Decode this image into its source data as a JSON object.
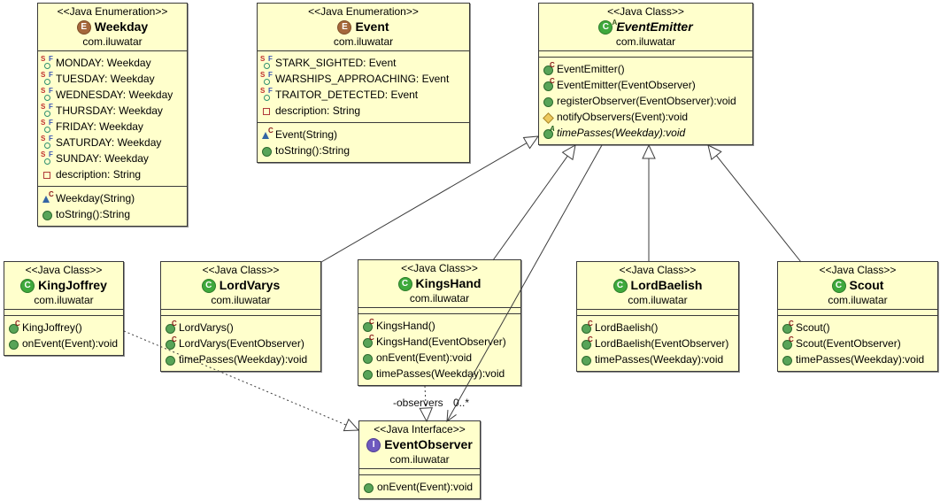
{
  "diagram": {
    "title": "Observer pattern UML class diagram",
    "colors": {
      "box_fill": "#FFFFCC",
      "box_border": "#3a3a3a",
      "edge_line": "#3c3c3c",
      "enum_icon": "#A5683B",
      "class_icon": "#3FA93C",
      "interface_icon": "#6E59BF",
      "public_method": "#58A458",
      "protected_method": "#EDC95C",
      "constructor_triangle": "#3465A4"
    }
  },
  "classes": [
    {
      "id": "weekday",
      "stereotype": "<<Java Enumeration>>",
      "icon": "enum",
      "name": "Weekday",
      "name_italic": false,
      "package": "com.iluwatar",
      "fields": [
        {
          "icon": "staticfinal-field",
          "text": "MONDAY: Weekday"
        },
        {
          "icon": "staticfinal-field",
          "text": "TUESDAY: Weekday"
        },
        {
          "icon": "staticfinal-field",
          "text": "WEDNESDAY: Weekday"
        },
        {
          "icon": "staticfinal-field",
          "text": "THURSDAY: Weekday"
        },
        {
          "icon": "staticfinal-field",
          "text": "FRIDAY: Weekday"
        },
        {
          "icon": "staticfinal-field",
          "text": "SATURDAY: Weekday"
        },
        {
          "icon": "staticfinal-field",
          "text": "SUNDAY: Weekday"
        },
        {
          "icon": "private-field",
          "text": "description: String"
        }
      ],
      "methods": [
        {
          "icon": "constructor",
          "text": "Weekday(String)"
        },
        {
          "icon": "public-method",
          "text": "toString():String"
        }
      ]
    },
    {
      "id": "event",
      "stereotype": "<<Java Enumeration>>",
      "icon": "enum",
      "name": "Event",
      "name_italic": false,
      "package": "com.iluwatar",
      "fields": [
        {
          "icon": "staticfinal-field",
          "text": "STARK_SIGHTED: Event"
        },
        {
          "icon": "staticfinal-field",
          "text": "WARSHIPS_APPROACHING: Event"
        },
        {
          "icon": "staticfinal-field",
          "text": "TRAITOR_DETECTED: Event"
        },
        {
          "icon": "private-field",
          "text": "description: String"
        }
      ],
      "methods": [
        {
          "icon": "constructor",
          "text": "Event(String)"
        },
        {
          "icon": "public-method",
          "text": "toString():String"
        }
      ]
    },
    {
      "id": "eventemitter",
      "stereotype": "<<Java Class>>",
      "icon": "abstract-class",
      "name": "EventEmitter",
      "name_italic": true,
      "package": "com.iluwatar",
      "fields": [],
      "methods": [
        {
          "icon": "public-constructor",
          "text": "EventEmitter()"
        },
        {
          "icon": "public-constructor",
          "text": "EventEmitter(EventObserver)"
        },
        {
          "icon": "public-method",
          "text": "registerObserver(EventObserver):void"
        },
        {
          "icon": "protected-method",
          "text": "notifyObservers(Event):void"
        },
        {
          "icon": "abstract-method",
          "text": "timePasses(Weekday):void",
          "italic": true
        }
      ]
    },
    {
      "id": "kingjoffrey",
      "stereotype": "<<Java Class>>",
      "icon": "class",
      "name": "KingJoffrey",
      "name_italic": false,
      "package": "com.iluwatar",
      "fields": [],
      "methods": [
        {
          "icon": "public-constructor",
          "text": "KingJoffrey()"
        },
        {
          "icon": "public-method",
          "text": "onEvent(Event):void"
        }
      ]
    },
    {
      "id": "lordvarys",
      "stereotype": "<<Java Class>>",
      "icon": "class",
      "name": "LordVarys",
      "name_italic": false,
      "package": "com.iluwatar",
      "fields": [],
      "methods": [
        {
          "icon": "public-constructor",
          "text": "LordVarys()"
        },
        {
          "icon": "public-constructor",
          "text": "LordVarys(EventObserver)"
        },
        {
          "icon": "public-method",
          "text": "timePasses(Weekday):void"
        }
      ]
    },
    {
      "id": "kingshand",
      "stereotype": "<<Java Class>>",
      "icon": "class",
      "name": "KingsHand",
      "name_italic": false,
      "package": "com.iluwatar",
      "fields": [],
      "methods": [
        {
          "icon": "public-constructor",
          "text": "KingsHand()"
        },
        {
          "icon": "public-constructor",
          "text": "KingsHand(EventObserver)"
        },
        {
          "icon": "public-method",
          "text": "onEvent(Event):void"
        },
        {
          "icon": "public-method",
          "text": "timePasses(Weekday):void"
        }
      ]
    },
    {
      "id": "lordbaelish",
      "stereotype": "<<Java Class>>",
      "icon": "class",
      "name": "LordBaelish",
      "name_italic": false,
      "package": "com.iluwatar",
      "fields": [],
      "methods": [
        {
          "icon": "public-constructor",
          "text": "LordBaelish()"
        },
        {
          "icon": "public-constructor",
          "text": "LordBaelish(EventObserver)"
        },
        {
          "icon": "public-method",
          "text": "timePasses(Weekday):void"
        }
      ]
    },
    {
      "id": "scout",
      "stereotype": "<<Java Class>>",
      "icon": "class",
      "name": "Scout",
      "name_italic": false,
      "package": "com.iluwatar",
      "fields": [],
      "methods": [
        {
          "icon": "public-constructor",
          "text": "Scout()"
        },
        {
          "icon": "public-constructor",
          "text": "Scout(EventObserver)"
        },
        {
          "icon": "public-method",
          "text": "timePasses(Weekday):void"
        }
      ]
    },
    {
      "id": "eventobserver",
      "stereotype": "<<Java Interface>>",
      "icon": "interface",
      "name": "EventObserver",
      "name_italic": false,
      "package": "com.iluwatar",
      "fields": [],
      "methods": [
        {
          "icon": "public-method",
          "text": "onEvent(Event):void"
        }
      ]
    }
  ],
  "edges": [
    {
      "id": "varys-extends-eventemitter",
      "kind": "generalization",
      "from": "LordVarys",
      "to": "EventEmitter"
    },
    {
      "id": "kingshand-extends-eventemitter",
      "kind": "generalization",
      "from": "KingsHand",
      "to": "EventEmitter"
    },
    {
      "id": "lordbaelish-extends-eventemitter",
      "kind": "generalization",
      "from": "LordBaelish",
      "to": "EventEmitter"
    },
    {
      "id": "scout-extends-eventemitter",
      "kind": "generalization",
      "from": "Scout",
      "to": "EventEmitter"
    },
    {
      "id": "kingjoffrey-implements-eventobserver",
      "kind": "realization",
      "from": "KingJoffrey",
      "to": "EventObserver"
    },
    {
      "id": "kingshand-implements-eventobserver",
      "kind": "realization",
      "from": "KingsHand",
      "to": "EventObserver"
    },
    {
      "id": "eventemitter-observers-eventobserver",
      "kind": "association",
      "from": "EventEmitter",
      "to": "EventObserver",
      "label": "-observers",
      "multiplicity": "0..*"
    }
  ]
}
